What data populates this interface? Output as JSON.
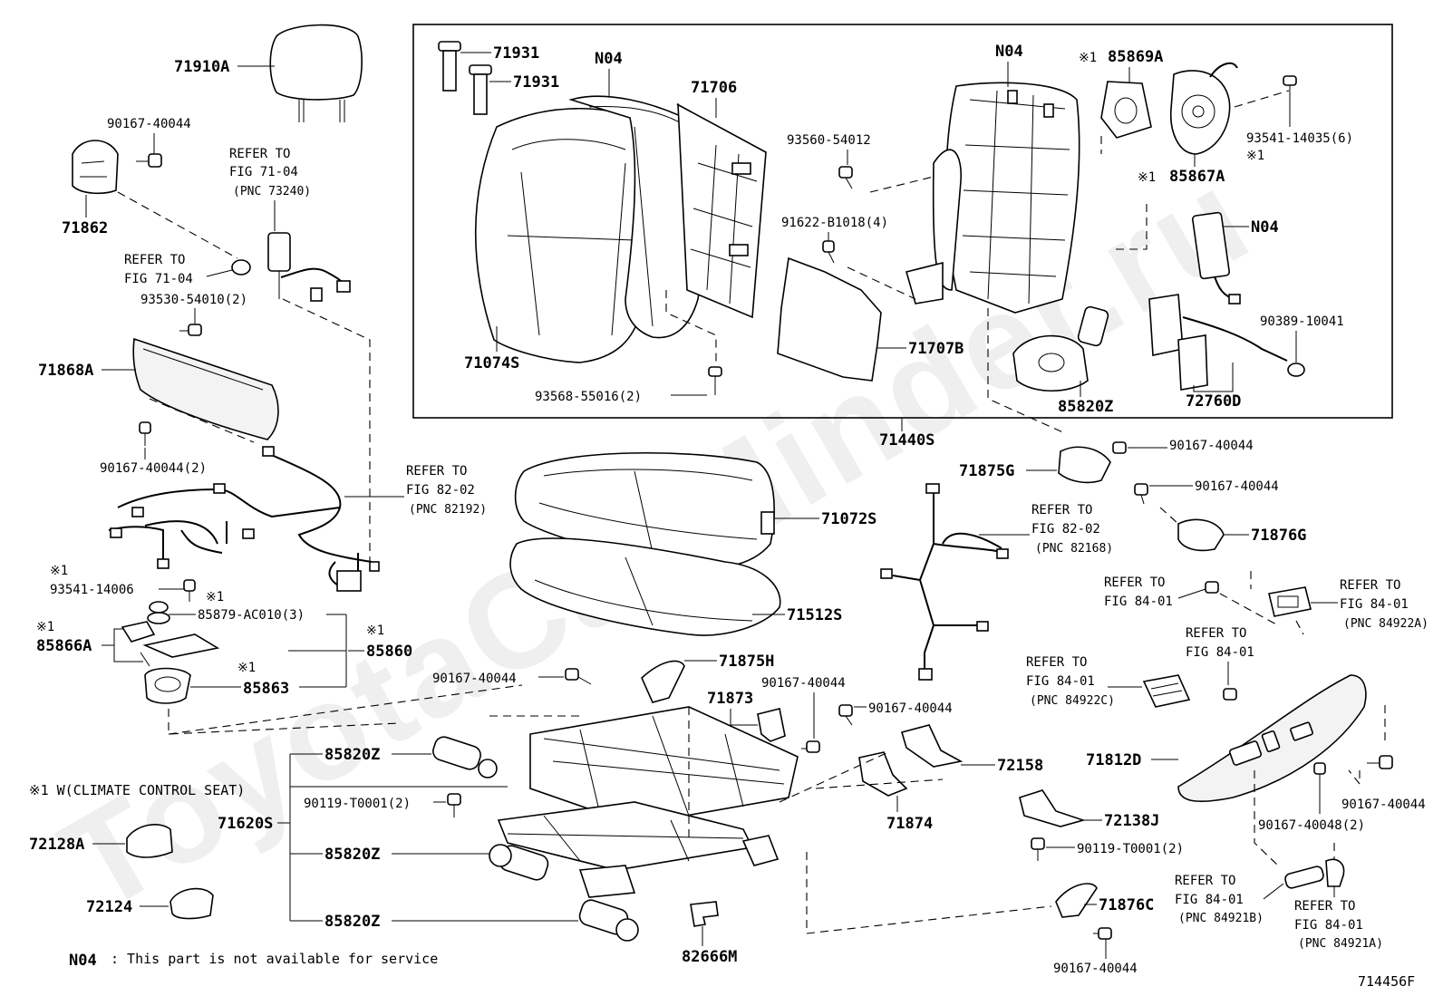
{
  "watermark": "ToyotaCarMinder.ru",
  "diagram_id": "714456F",
  "notes": {
    "climate_control": "※1 W(CLIMATE CONTROL SEAT)",
    "n04_code": "N04",
    "n04_text": ": This part is not available for service"
  },
  "parts": {
    "p71910A": "71910A",
    "p90167_40044_a": "90167-40044",
    "p71862": "71862",
    "p93530": "93530-54010(2)",
    "p71868A": "71868A",
    "p90167_40044_2a": "90167-40044(2)",
    "p93541_14006": "93541-14006",
    "p85879": "85879-AC010(3)",
    "p85866A": "85866A",
    "p85860": "85860",
    "p85863": "85863",
    "p71931_a": "71931",
    "p71931_b": "71931",
    "n04_a": "N04",
    "p71706": "71706",
    "n04_b": "N04",
    "p85869A": "85869A",
    "p85867A": "85867A",
    "p93541_14035": "93541-14035(6)",
    "p93560": "93560-54012",
    "p91622": "91622-B1018(4)",
    "n04_c": "N04",
    "p90389": "90389-10041",
    "p71074S": "71074S",
    "p93568": "93568-55016(2)",
    "p71707B": "71707B",
    "p85820Z_top": "85820Z",
    "p72760D": "72760D",
    "p71440S": "71440S",
    "p71875G": "71875G",
    "p90167_40044_b": "90167-40044",
    "p90167_40044_c": "90167-40044",
    "p71876G": "71876G",
    "p71072S": "71072S",
    "p71512S": "71512S",
    "p71875H": "71875H",
    "p90167_40044_d": "90167-40044",
    "p71873": "71873",
    "p90167_40044_e": "90167-40044",
    "p90167_40044_f": "90167-40044",
    "p72158": "72158",
    "p71874": "71874",
    "p72138J": "72138J",
    "p90119_b": "90119-T0001(2)",
    "p71876C": "71876C",
    "p90167_40044_g": "90167-40044",
    "p85820Z_a": "85820Z",
    "p90119_a": "90119-T0001(2)",
    "p71620S": "71620S",
    "p85820Z_b": "85820Z",
    "p85820Z_c": "85820Z",
    "p72128A": "72128A",
    "p72124": "72124",
    "p82666M": "82666M",
    "p71812D": "71812D",
    "p90167_40048": "90167-40048(2)",
    "p90167_40044_h": "90167-40044"
  },
  "marks": {
    "m85869A": "※1",
    "m85867A": "※1",
    "m93541_14035": "※1",
    "m93541_14006": "※1",
    "m85879": "※1",
    "m85866A": "※1",
    "m85860": "※1",
    "m85863": "※1"
  },
  "refs": {
    "r1": {
      "l1": "REFER TO",
      "l2": "FIG 71-04",
      "l3": "(PNC 73240)"
    },
    "r2": {
      "l1": "REFER TO",
      "l2": "FIG 71-04"
    },
    "r3": {
      "l1": "REFER TO",
      "l2": "FIG 82-02",
      "l3": "(PNC 82192)"
    },
    "r4": {
      "l1": "REFER TO",
      "l2": "FIG 82-02",
      "l3": "(PNC 82168)"
    },
    "r5": {
      "l1": "REFER TO",
      "l2": "FIG 84-01"
    },
    "r6": {
      "l1": "REFER TO",
      "l2": "FIG 84-01",
      "l3": "(PNC 84922A)"
    },
    "r7": {
      "l1": "REFER TO",
      "l2": "FIG 84-01"
    },
    "r8": {
      "l1": "REFER TO",
      "l2": "FIG 84-01",
      "l3": "(PNC 84922C)"
    },
    "r9": {
      "l1": "REFER TO",
      "l2": "FIG 84-01",
      "l3": "(PNC 84921B)"
    },
    "r10": {
      "l1": "REFER TO",
      "l2": "FIG 84-01",
      "l3": "(PNC 84921A)"
    }
  }
}
